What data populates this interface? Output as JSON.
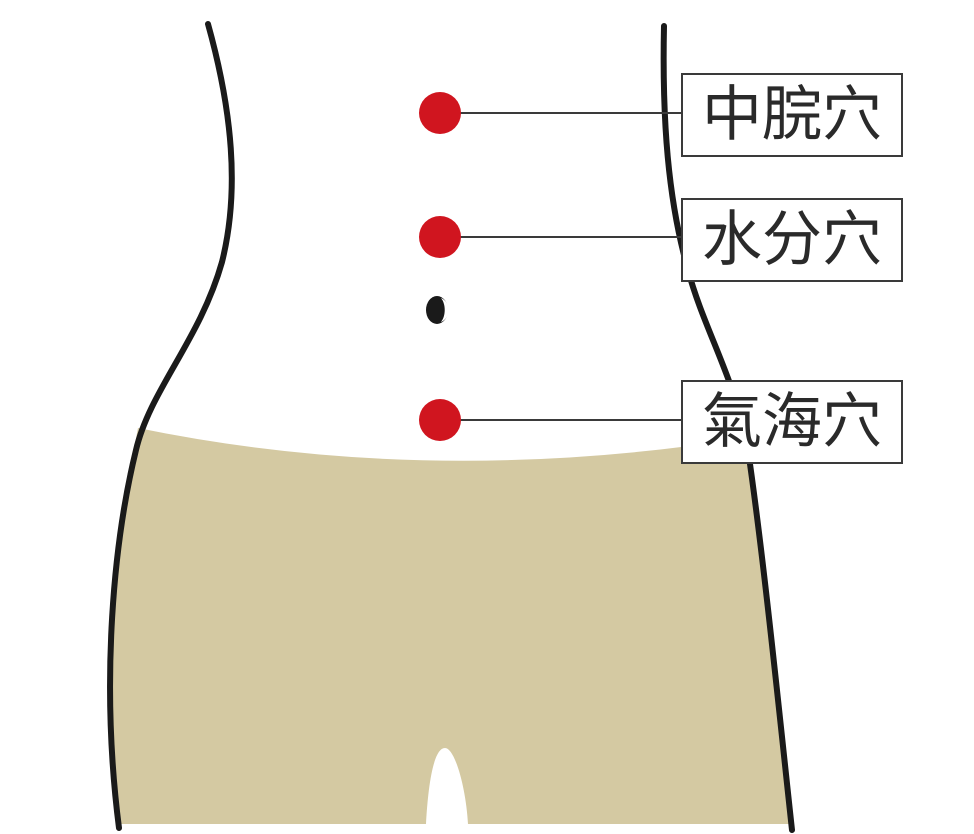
{
  "colors": {
    "background": "#ffffff",
    "body_outline": "#1a1a1a",
    "garment": "#d4c9a2",
    "acupoint": "#d0151f",
    "leader_line": "#3a3a3a",
    "label_border": "#3a3a3a",
    "label_text": "#2a2a2a"
  },
  "acupoints": [
    {
      "label": "中脘穴"
    },
    {
      "label": "水分穴"
    },
    {
      "label": "氣海穴"
    }
  ],
  "navel": {
    "icon": "navel-icon"
  }
}
